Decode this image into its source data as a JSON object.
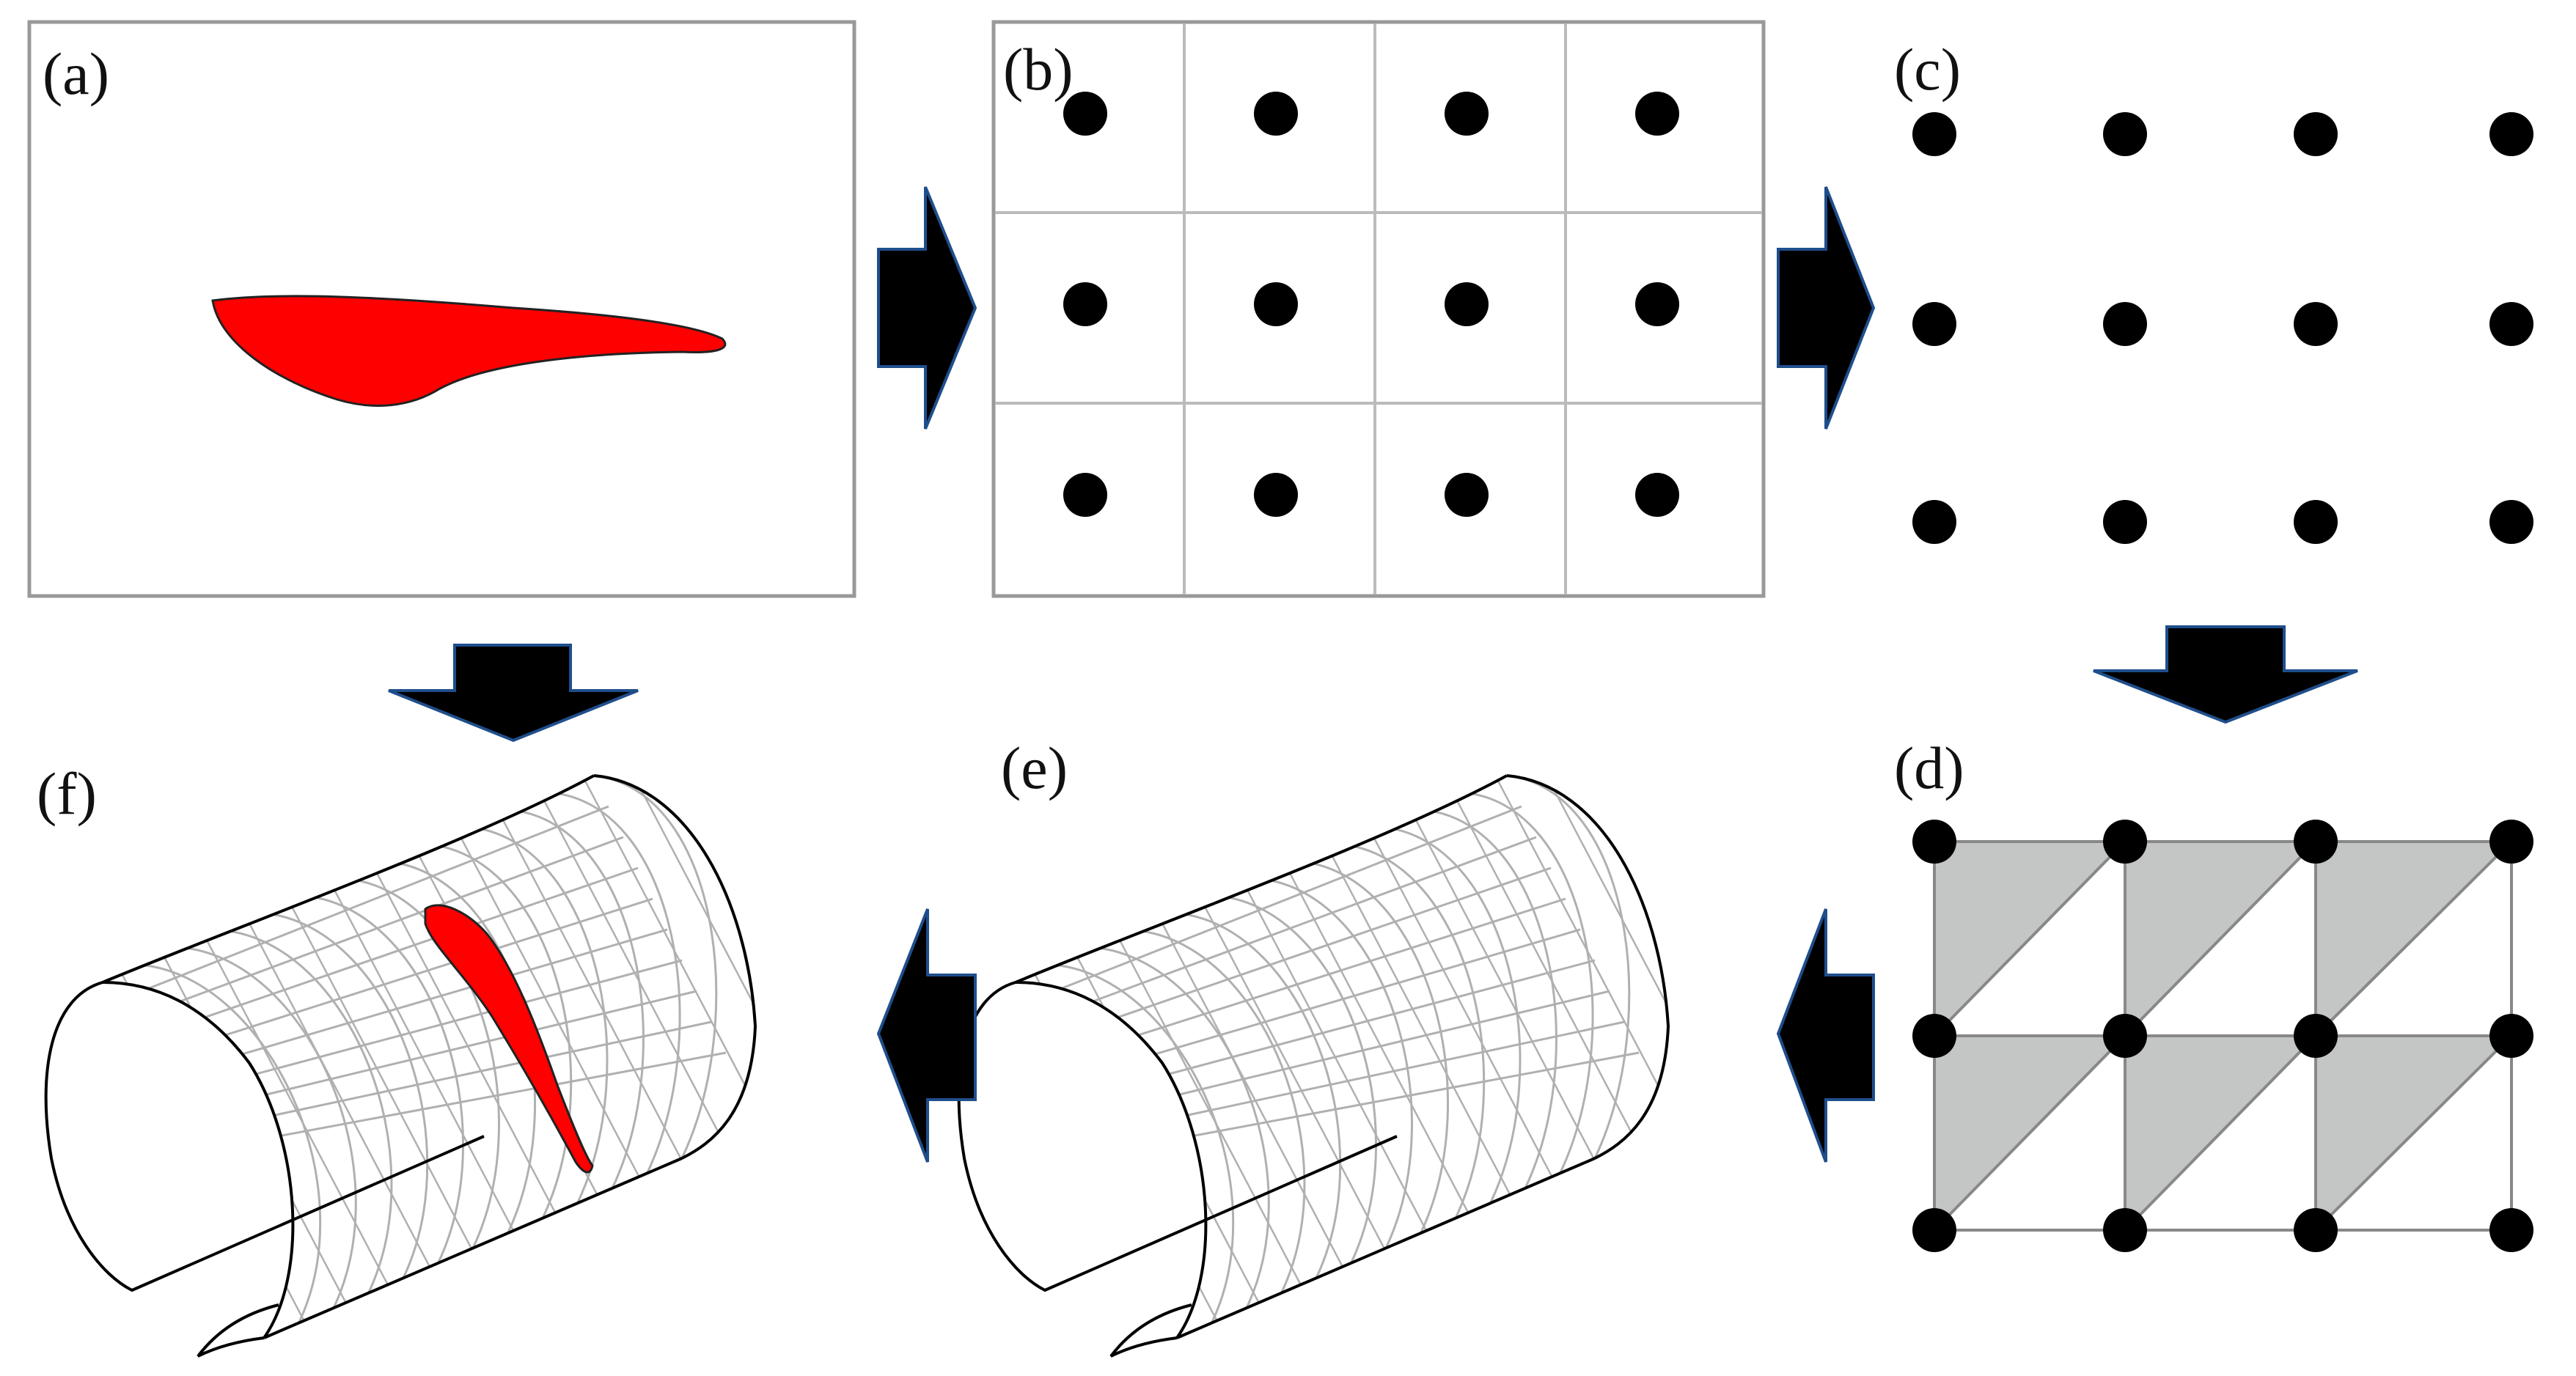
{
  "panels": {
    "a": {
      "label": "(a)"
    },
    "b": {
      "label": "(b)"
    },
    "c": {
      "label": "(c)"
    },
    "d": {
      "label": "(d)"
    },
    "e": {
      "label": "(e)"
    },
    "f": {
      "label": "(f)"
    }
  },
  "colors": {
    "arrow": "#000000",
    "arrow_edge": "#1f4e8c",
    "lesion": "#ff0000",
    "grid_line": "#bbbbbb",
    "node": "#000000",
    "triangle_fill": "#c4c6c6",
    "mesh_line": "#b0b0b0",
    "outline": "#000000"
  }
}
